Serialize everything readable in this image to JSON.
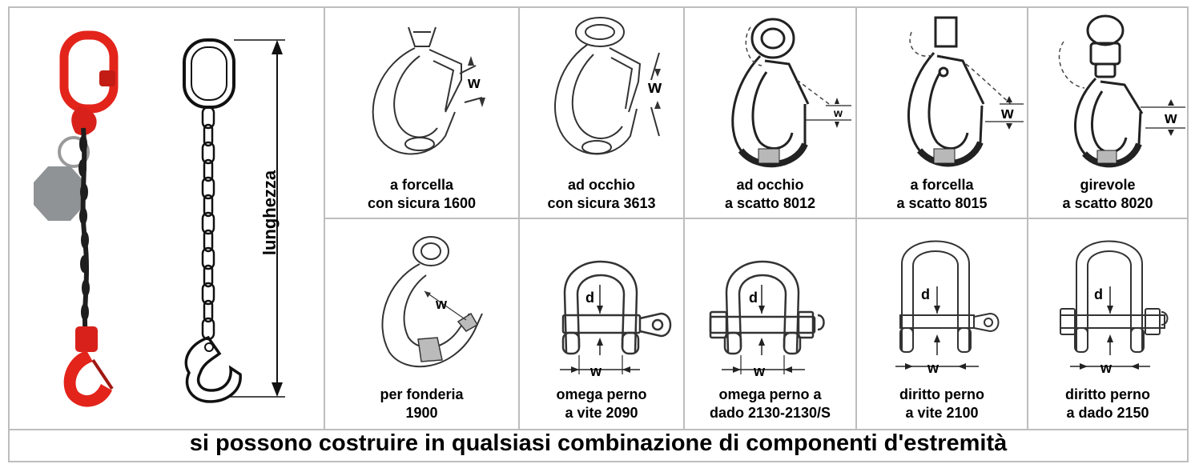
{
  "colors": {
    "border": "#bdbdbd",
    "sling_red": "#e3241b",
    "chain_dark": "#1e1e1e",
    "tag_gray": "#8f9396",
    "text": "#000000"
  },
  "left_panel": {
    "length_label": "lunghezza"
  },
  "top_row": [
    {
      "line1": "a forcella",
      "line2": "con sicura 1600",
      "w_label": "w"
    },
    {
      "line1": "ad occhio",
      "line2": "con sicura 3613",
      "w_label": "w"
    },
    {
      "line1": "ad occhio",
      "line2": "a scatto 8012",
      "w_label": "w"
    },
    {
      "line1": "a forcella",
      "line2": "a scatto 8015",
      "w_label": "w"
    },
    {
      "line1": "girevole",
      "line2": "a scatto 8020",
      "w_label": "w"
    }
  ],
  "bottom_row": [
    {
      "line1": "per fonderia",
      "line2": "1900",
      "w_label": "w"
    },
    {
      "line1": "omega perno",
      "line2": "a vite 2090",
      "d_label": "d",
      "w_label": "w"
    },
    {
      "line1": "omega perno a",
      "line2": "dado 2130-2130/S",
      "d_label": "d",
      "w_label": "w"
    },
    {
      "line1": "diritto perno",
      "line2": "a vite 2100",
      "d_label": "d",
      "w_label": "w"
    },
    {
      "line1": "diritto perno",
      "line2": "a dado 2150",
      "d_label": "d",
      "w_label": "w"
    }
  ],
  "footer": "si possono costruire in qualsiasi combinazione di componenti d'estremità"
}
